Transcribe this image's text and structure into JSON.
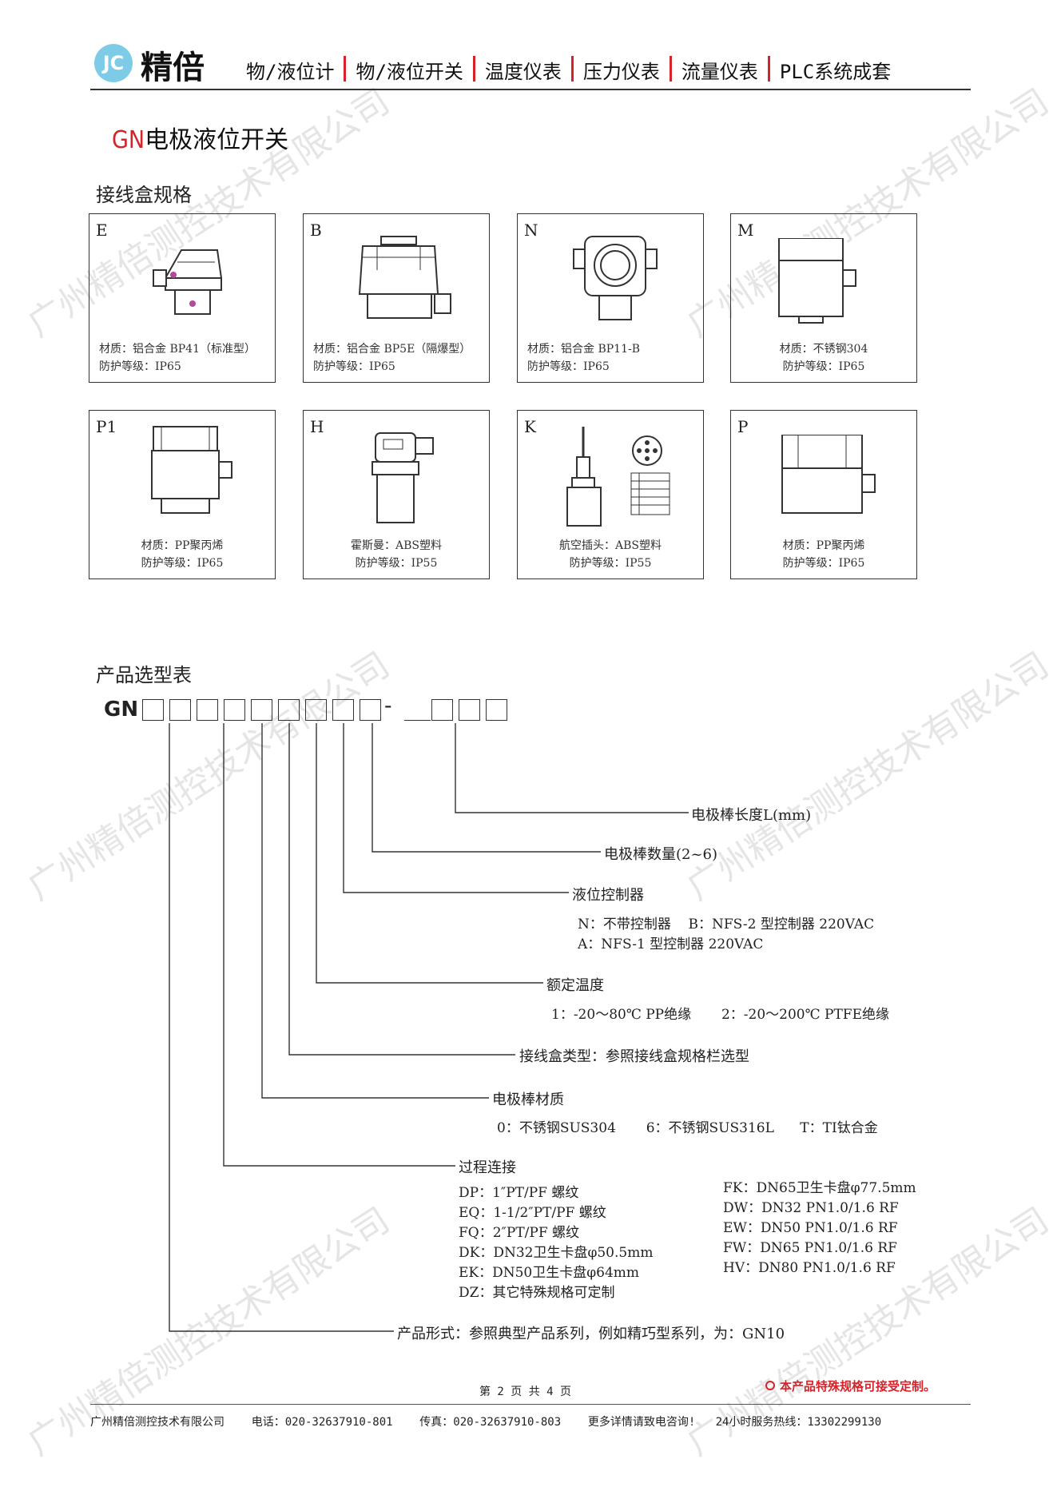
{
  "header": {
    "logo_mark": "JC",
    "brand": "精倍",
    "nav": [
      "物/液位计",
      "物/液位开关",
      "温度仪表",
      "压力仪表",
      "流量仪表",
      "PLC系统成套"
    ]
  },
  "title": {
    "prefix": "GN",
    "text": "电极液位开关"
  },
  "junction_section": "接线盒规格",
  "boxes": [
    {
      "code": "E",
      "line1": "材质：铝合金 BP41（标准型）",
      "line2": "防护等级：IP65"
    },
    {
      "code": "B",
      "line1": "材质：铝合金 BP5E（隔爆型）",
      "line2": "防护等级：IP65"
    },
    {
      "code": "N",
      "line1": "材质：铝合金 BP11-B",
      "line2": "防护等级：IP65"
    },
    {
      "code": "M",
      "line1": "材质：不锈钢304",
      "line2": "防护等级：IP65"
    },
    {
      "code": "P1",
      "line1": "材质：PP聚丙烯",
      "line2": "防护等级：IP65"
    },
    {
      "code": "H",
      "line1": "霍斯曼：ABS塑料",
      "line2": "防护等级：IP55"
    },
    {
      "code": "K",
      "line1": "航空插头：ABS塑料",
      "line2": "防护等级：IP55"
    },
    {
      "code": "P",
      "line1": "材质：PP聚丙烯",
      "line2": "防护等级：IP65"
    }
  ],
  "selection_section": "产品选型表",
  "model": {
    "prefix": "GN",
    "dash": "-"
  },
  "fields": {
    "length": "电极棒长度L(mm)",
    "count": "电极棒数量(2~6)",
    "controller": "液位控制器",
    "controller_opts": [
      "N：不带控制器    B：NFS-2 型控制器 220VAC",
      "A：NFS-1 型控制器 220VAC"
    ],
    "temp": "额定温度",
    "temp_opts": "1：-20～80℃ PP绝缘       2：-20～200℃ PTFE绝缘",
    "junction": "接线盒类型：参照接线盒规格栏选型",
    "rod": "电极棒材质",
    "rod_opts": "0：不锈钢SUS304       6：不锈钢SUS316L      T：TI钛合金",
    "process": "过程连接",
    "process_left": [
      "DP：1″PT/PF 螺纹",
      "EQ：1-1/2″PT/PF 螺纹",
      "FQ：2″PT/PF 螺纹",
      "DK：DN32卫生卡盘φ50.5mm",
      "EK：DN50卫生卡盘φ64mm",
      "DZ：其它特殊规格可定制"
    ],
    "process_right": [
      "FK：DN65卫生卡盘φ77.5mm",
      "DW：DN32 PN1.0/1.6 RF",
      "EW：DN50 PN1.0/1.6 RF",
      "FW：DN65 PN1.0/1.6 RF",
      "HV：DN80 PN1.0/1.6 RF"
    ],
    "form": "产品形式：参照典型产品系列，例如精巧型系列，为：GN10"
  },
  "note": "本产品特殊规格可接受定制。",
  "page": "第 2 页 共 4 页",
  "footer": "广州精倍测控技术有限公司    电话：020-32637910-801    传真：020-32637910-803    更多详情请致电咨询!   24小时服务热线：13302299130",
  "watermark": "广州精倍测控技术有限公司",
  "colors": {
    "accent_red": "#d4242a",
    "logo_blue": "#7ecbe8"
  }
}
